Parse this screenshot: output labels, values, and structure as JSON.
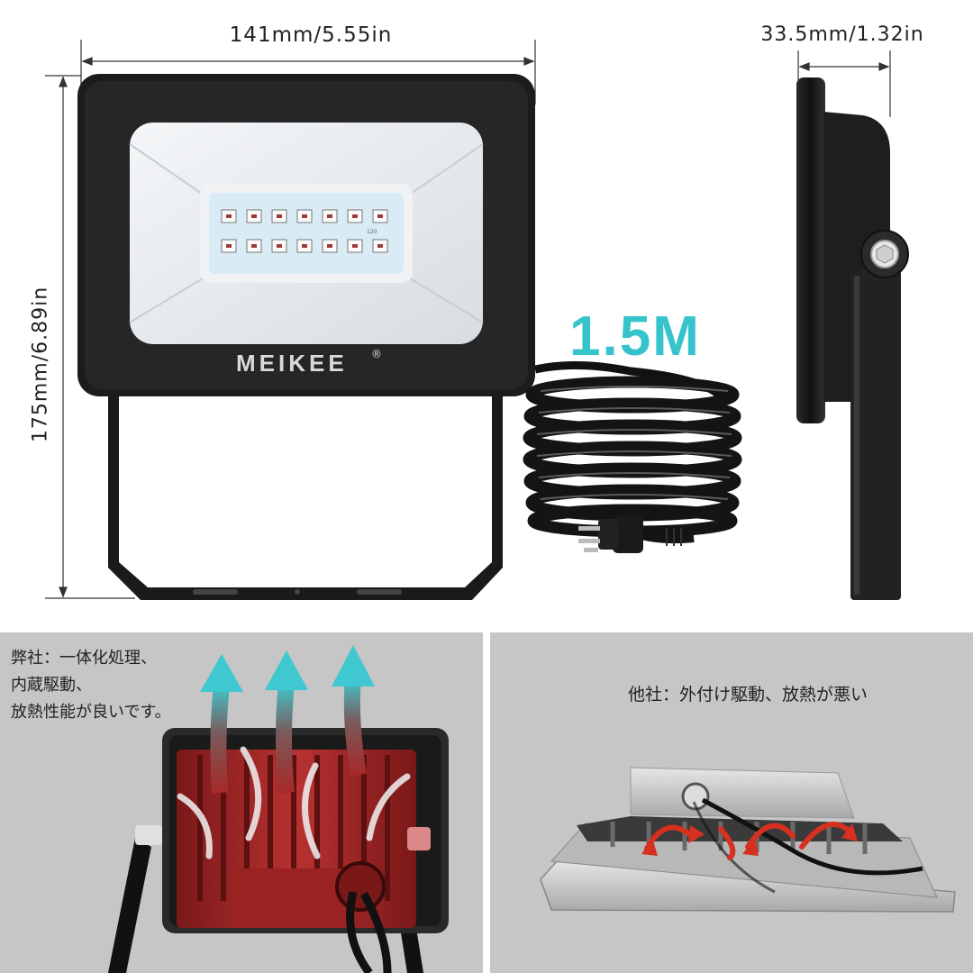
{
  "dimensions": {
    "width": "141mm/5.55in",
    "height": "175mm/6.89in",
    "depth": "33.5mm/1.32in"
  },
  "cable_length": "1.5M",
  "brand": {
    "name": "MEIKEE",
    "mark": "®",
    "chip_label": "120"
  },
  "comparison": {
    "ours": {
      "lines": [
        "弊社：一体化処理、",
        "内蔵駆動、",
        "放熱性能が良いです。"
      ]
    },
    "theirs": {
      "text": "他社：外付け駆動、放熱が悪い"
    }
  },
  "colors": {
    "cable_label": "#36c3cc",
    "heat_red": "#b02a2a",
    "airflow_cyan": "#3fc8d0",
    "panel_grey": "#c6c6c6",
    "lamp_body": "#1c1c1c"
  }
}
